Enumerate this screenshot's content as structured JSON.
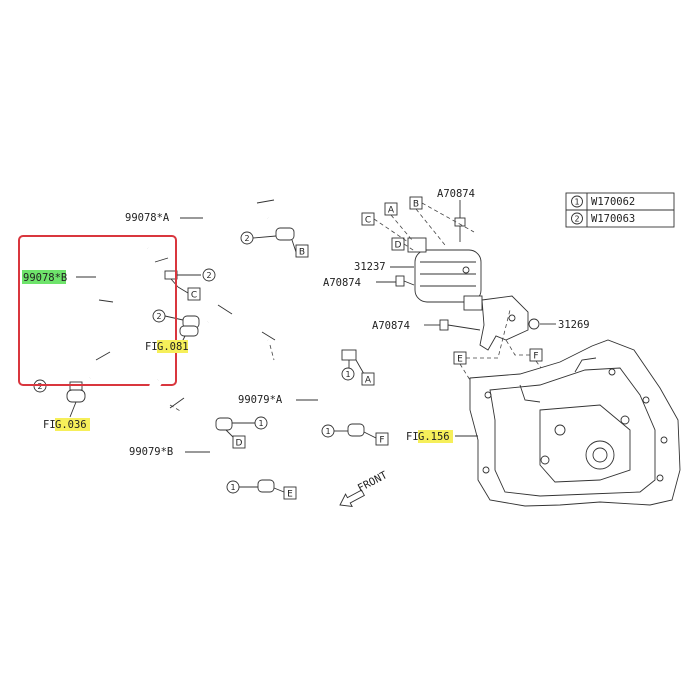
{
  "diagram": {
    "highlight_colors": {
      "green": "#6ee36b",
      "yellow": "#f6ef5a",
      "red_box": "#d9363e"
    },
    "parts": {
      "hose_99078_a": "99078*A",
      "hose_99078_b": "99078*B",
      "hose_99079_a": "99079*A",
      "hose_99079_b": "99079*B",
      "cooler_31237": "31237",
      "bracket_31269": "31269",
      "bolt_a70874": "A70874"
    },
    "fig_refs": {
      "fig_081": {
        "prefix": "FI",
        "hl": "G.081"
      },
      "fig_036": {
        "prefix": "FI",
        "hl": "G.036"
      },
      "fig_156": {
        "prefix": "FI",
        "hl": "G.156"
      }
    },
    "box_labels": [
      "A",
      "B",
      "C",
      "D",
      "E",
      "F"
    ],
    "circle_labels": {
      "one": "1",
      "two": "2"
    },
    "legend": [
      {
        "key": "1",
        "code": "W170062"
      },
      {
        "key": "2",
        "code": "W170063"
      }
    ],
    "front_label": "FRONT"
  }
}
